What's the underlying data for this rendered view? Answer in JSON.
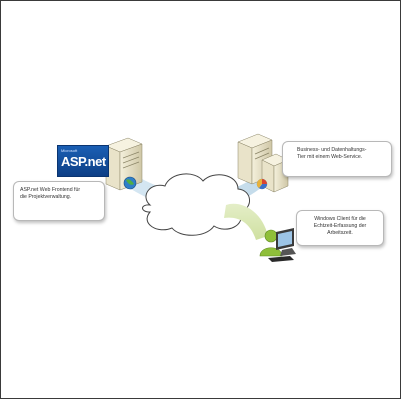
{
  "logo": {
    "small_text": "Microsoft",
    "name": "ASP.net"
  },
  "callouts": {
    "asp": {
      "line1": "ASP.net Web Frontend für",
      "line2": "die Projektverwaltung."
    },
    "backend": {
      "line1": "Business- und Datenhaltungs-",
      "line2": "Tier mit einem Web-Service."
    },
    "client": {
      "line1": "Windows Client für die",
      "line2": "Echtzeit-Erfassung der",
      "line3": "Arbeitszeit."
    }
  },
  "colors": {
    "link_blue": "#cfe3ef",
    "link_green": "#dce8b8",
    "asp_blue": "#1a5fb4",
    "server_beige": "#e6e0c8"
  }
}
